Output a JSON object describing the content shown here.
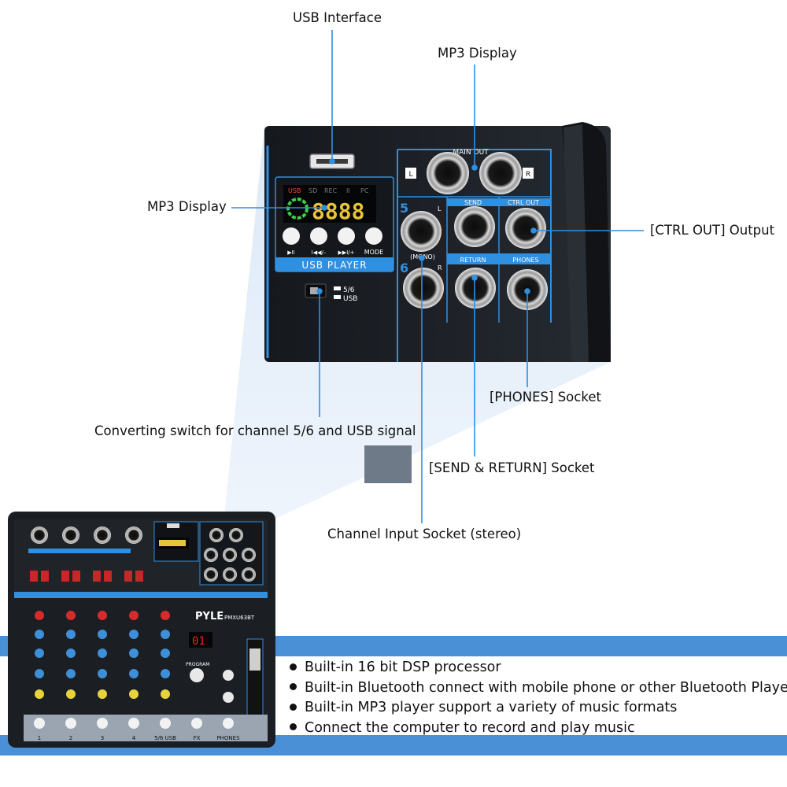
{
  "callouts": {
    "usb_interface": "USB Interface",
    "mp3_display_top": "MP3 Display",
    "mp3_display_left": "MP3 Display",
    "ctrl_out": "[CTRL OUT] Output",
    "phones": "[PHONES] Socket",
    "converting_switch": "Converting switch for channel 5/6 and USB signal",
    "send_return": "[SEND & RETURN] Socket",
    "channel_input": "Channel Input Socket (stereo)"
  },
  "panel": {
    "main_out": "MAIN OUT",
    "left": "L",
    "right": "R",
    "send": "SEND",
    "ctrl_out": "CTRL OUT",
    "return": "RETURN",
    "phones": "PHONES",
    "mono": "(MONO)",
    "ch5": "5",
    "ch6": "6",
    "usb_player": "USB PLAYER",
    "display_indicators": [
      "USB",
      "SD",
      "REC",
      "II",
      "PC"
    ],
    "display_digits": "8888",
    "btn_play": "▶II",
    "btn_prev": "I◀◀/–",
    "btn_next": "▶▶I/+",
    "btn_mode": "MODE",
    "switch_5_6": "5/6",
    "switch_usb": "USB"
  },
  "mixer": {
    "brand": "PYLE",
    "model": "PMXU63BT",
    "channel_labels": [
      "1",
      "2",
      "3",
      "4",
      "5/6 USB",
      "FX",
      "PHONES"
    ],
    "dsp_display": "01",
    "program_label": "PROGRAM"
  },
  "features": [
    "Built-in 16 bit DSP processor",
    "Built-in Bluetooth connect with mobile phone or other Bluetooth Player",
    "Built-in MP3 player support a variety of music formats",
    "Connect the computer to record and play music"
  ],
  "colors": {
    "accent_blue": "#2f8fe0",
    "band_blue": "#4a90d6",
    "panel_dark": "#1c2026"
  }
}
